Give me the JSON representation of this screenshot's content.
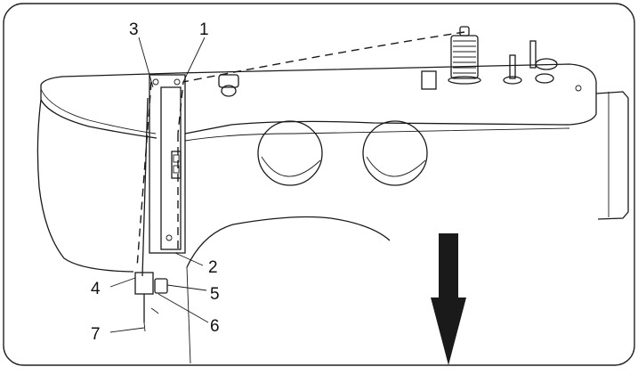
{
  "diagram": {
    "callouts": [
      "1",
      "2",
      "3",
      "4",
      "5",
      "6",
      "7"
    ],
    "arrow_direction": "down"
  }
}
